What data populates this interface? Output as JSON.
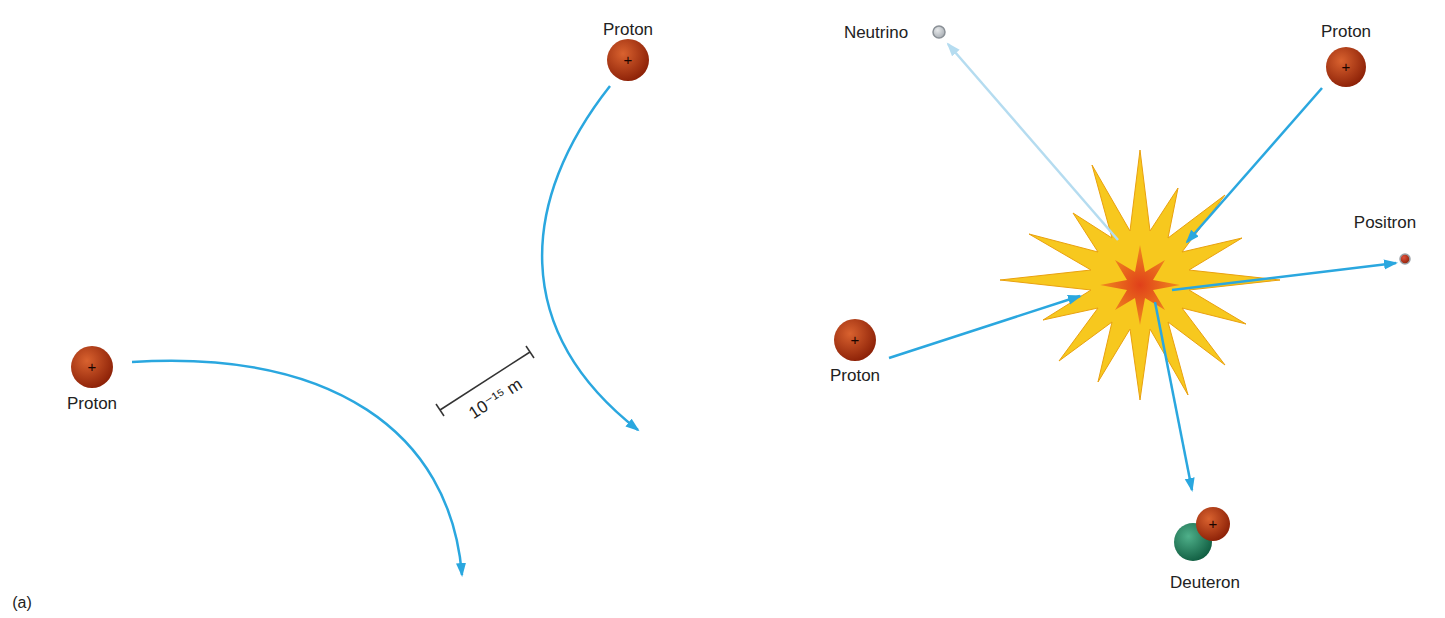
{
  "diagram": {
    "nodes": [
      {
        "text": [
          "+",
          "Proton"
        ]
      },
      {
        "text": [
          "Neutrino"
        ]
      },
      {
        "text": [
          "+",
          "Proton"
        ]
      },
      {
        "text": [
          "Positron"
        ]
      },
      {
        "text": [
          "+",
          "Proton"
        ]
      },
      {
        "text": [
          "+",
          "Proton"
        ]
      },
      {
        "text": [
          "+",
          "Deuteron"
        ]
      }
    ],
    "labels": [
      "10⁻¹⁵ m",
      "(a)"
    ]
  }
}
